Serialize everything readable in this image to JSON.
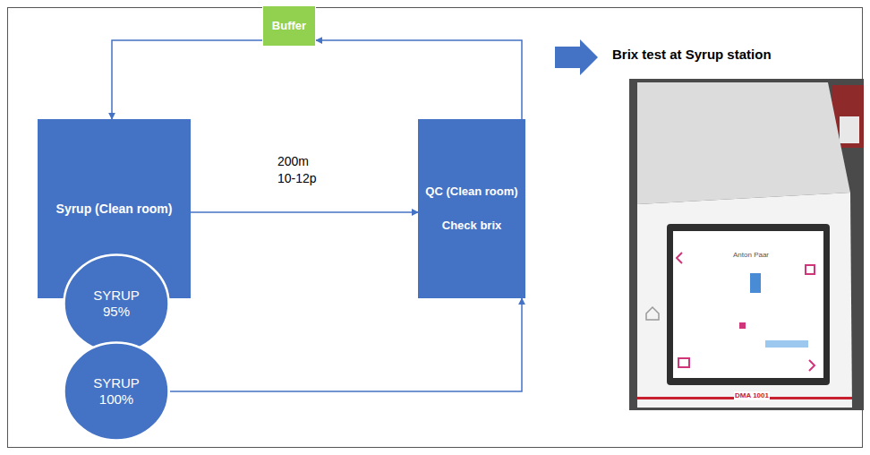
{
  "diagram": {
    "nodes": [
      {
        "text": [
          "Buffer"
        ]
      },
      {
        "text": [
          "Syrup (Clean room)"
        ]
      },
      {
        "text": [
          "QC (Clean room)",
          "Check brix"
        ]
      },
      {
        "text": [
          "SYRUP 95%"
        ]
      },
      {
        "text": [
          "SYRUP 100%"
        ]
      }
    ],
    "edges": [
      {
        "from": 1,
        "to": 2,
        "arrow": "to",
        "label": "200m 10-12p"
      },
      {
        "from": 2,
        "to": 0,
        "arrow": "to"
      },
      {
        "from": 0,
        "to": 1,
        "arrow": "to"
      },
      {
        "from": 4,
        "to": 2,
        "arrow": "to"
      }
    ],
    "labels": [
      "Brix test at Syrup station",
      "Anton Paar",
      "DMA 1001"
    ]
  }
}
